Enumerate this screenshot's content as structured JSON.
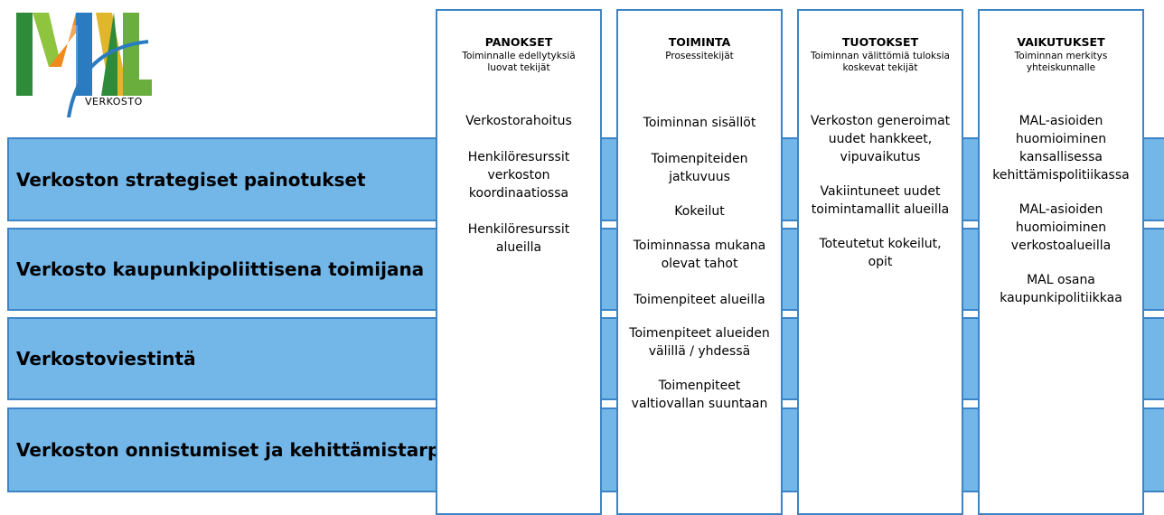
{
  "logo": {
    "text": "MAL",
    "subtext": "VERKOSTO"
  },
  "rows": [
    {
      "label": "Verkoston strategiset painotukset"
    },
    {
      "label": "Verkosto kaupunkipoliittisena toimijana"
    },
    {
      "label": "Verkostoviestintä"
    },
    {
      "label": "Verkoston onnistumiset ja kehittämistarpeet"
    }
  ],
  "columns": [
    {
      "title": "PANOKSET",
      "subtitle": "Toiminnalle edellytyksiä\nluovat tekijät",
      "items": [
        "Verkostorahoitus",
        "Henkilöresurssit\nverkoston\nkoordinaatiossa",
        "Henkilöresurssit\nalueilla"
      ]
    },
    {
      "title": "TOIMINTA",
      "subtitle": "Prosessitekijät",
      "items": [
        "Toiminnan sisällöt",
        "Toimenpiteiden\njatkuvuus",
        "Kokeilut",
        "Toiminnassa mukana\nolevat tahot",
        "Toimenpiteet alueilla",
        "Toimenpiteet alueiden\nvälillä / yhdessä",
        "Toimenpiteet\nvaltiovallan suuntaan"
      ]
    },
    {
      "title": "TUOTOKSET",
      "subtitle": "Toiminnan välittömiä tuloksia\nkoskevat tekijät",
      "items": [
        "Verkoston generoimat\nuudet hankkeet,\nvipuvaikutus",
        "Vakiintuneet uudet\ntoimintamallit alueilla",
        "Toteutetut kokeilut,\nopit"
      ]
    },
    {
      "title": "VAIKUTUKSET",
      "subtitle": "Toiminnan merkitys\nyhteiskunnalle",
      "items": [
        "MAL-asioiden\nhuomioiminen\nkansallisessa\nkehittämispolitiikassa",
        "MAL-asioiden\nhuomioiminen\nverkostoalueilla",
        "MAL osana\nkaupunkipolitiikkaa"
      ]
    }
  ]
}
